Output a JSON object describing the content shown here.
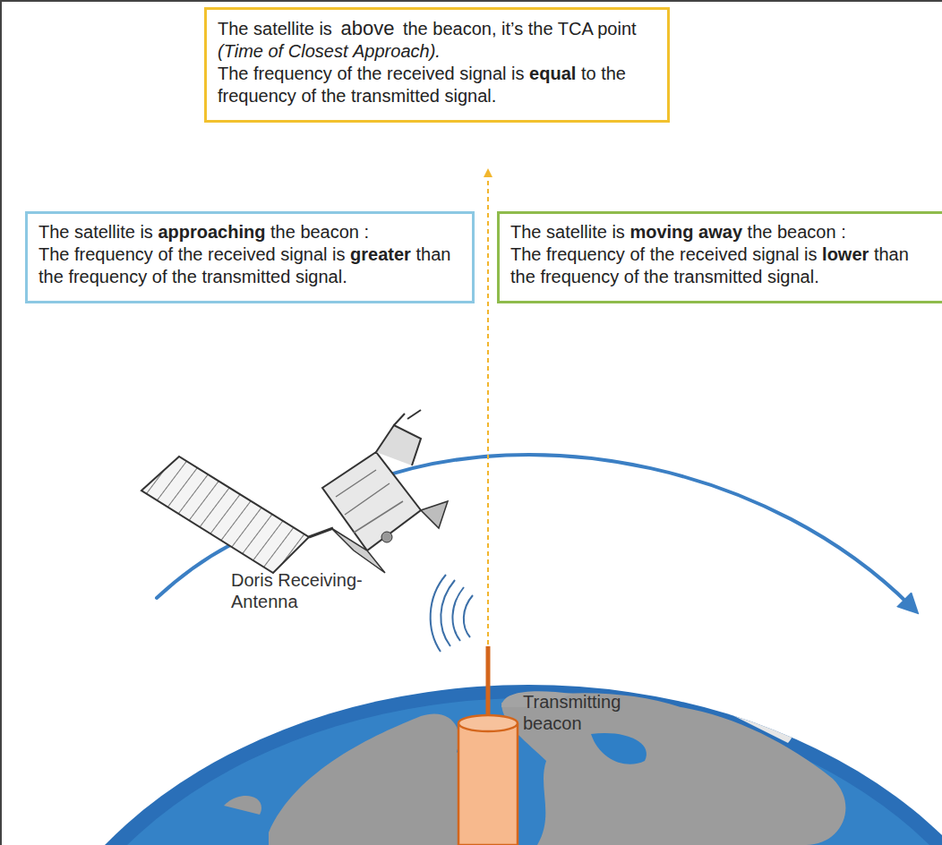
{
  "diagram": {
    "nodes": [
      {
        "text": [
          "The satellite is above the beacon, it’s the TCA point (Time of Closest Approach).",
          "The frequency of the received signal is equal to the frequency of the transmitted signal."
        ]
      },
      {
        "text": [
          "The satellite is approaching the beacon :",
          "The frequency of the received signal is greater than the frequency of the transmitted signal."
        ]
      },
      {
        "text": [
          "The satellite is moving away the beacon :",
          "The frequency of the received signal is lower than the frequency of the transmitted signal."
        ]
      }
    ],
    "labels": [
      "Doris Receiving- Antenna",
      "Transmitting beacon"
    ]
  }
}
